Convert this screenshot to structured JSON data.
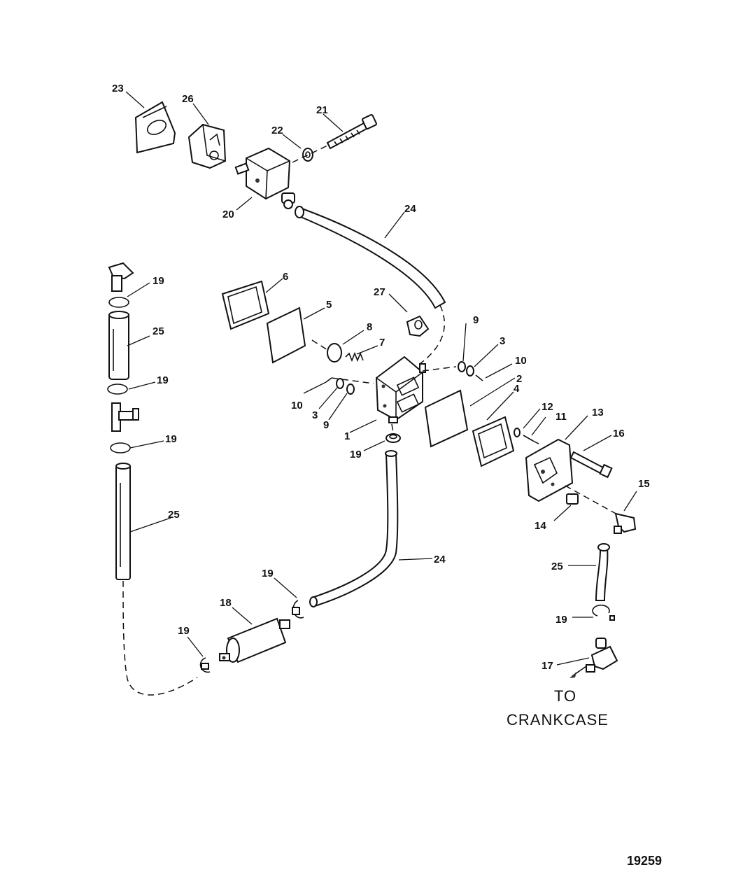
{
  "callouts": {
    "c1": "1",
    "c2": "2",
    "c3a": "3",
    "c3b": "3",
    "c4": "4",
    "c5": "5",
    "c6": "6",
    "c7": "7",
    "c8": "8",
    "c9a": "9",
    "c9b": "9",
    "c10a": "10",
    "c10b": "10",
    "c11": "11",
    "c12": "12",
    "c13": "13",
    "c14": "14",
    "c15": "15",
    "c16": "16",
    "c17": "17",
    "c18": "18",
    "c19a": "19",
    "c19b": "19",
    "c19c": "19",
    "c19d": "19",
    "c19e": "19",
    "c19f": "19",
    "c19g": "19",
    "c20": "20",
    "c21": "21",
    "c22": "22",
    "c23": "23",
    "c24a": "24",
    "c24b": "24",
    "c25a": "25",
    "c25b": "25",
    "c25c": "25",
    "c26": "26",
    "c27": "27"
  },
  "note": {
    "line1": "TO",
    "line2": "CRANKCASE"
  },
  "figure_number": "19259"
}
